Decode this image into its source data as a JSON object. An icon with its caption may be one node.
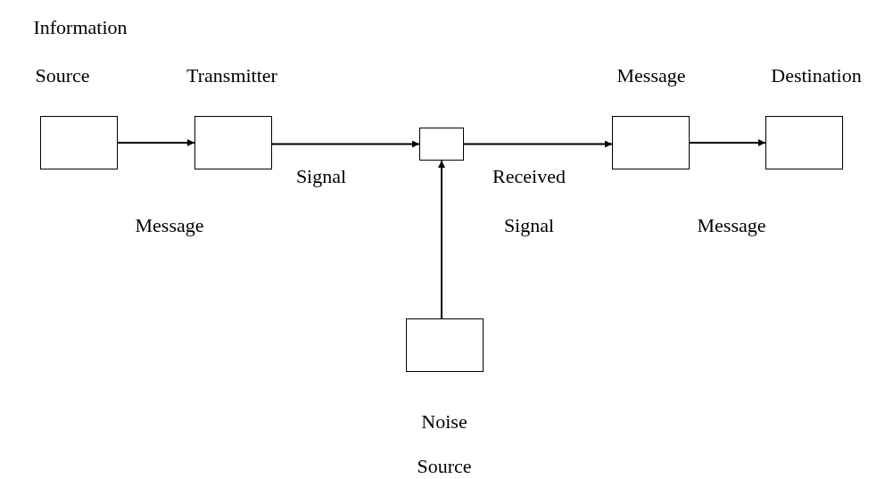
{
  "diagram": {
    "nodes": [
      {
        "text": [
          "Information",
          "Source"
        ]
      },
      {
        "text": [
          "Transmitter"
        ]
      },
      {
        "text": [],
        "shape": "box"
      },
      {
        "text": [
          "Message"
        ]
      },
      {
        "text": [
          "Destination"
        ]
      },
      {
        "text": [
          "Noise",
          "Source"
        ]
      }
    ],
    "edges": [
      {
        "from": 0,
        "to": 1,
        "arrow": "to"
      },
      {
        "from": 1,
        "to": 2,
        "arrow": "to"
      },
      {
        "from": 2,
        "to": 3,
        "arrow": "to"
      },
      {
        "from": 3,
        "to": 4,
        "arrow": "to"
      },
      {
        "from": 5,
        "to": 2,
        "arrow": "to"
      }
    ],
    "labels": [
      "Signal",
      "Message",
      "Received Signal",
      "Message"
    ]
  }
}
